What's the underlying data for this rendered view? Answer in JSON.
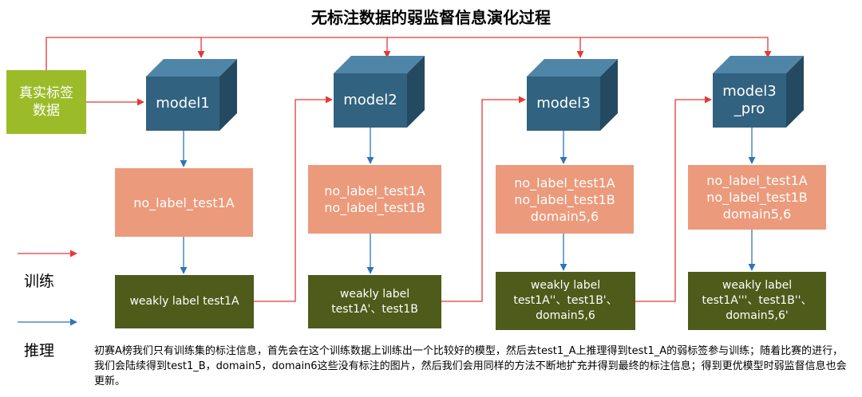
{
  "title": "无标注数据的弱监督信息演化过程",
  "true_label": "真实标签\n数据",
  "models": [
    "model1",
    "model2",
    "model3",
    "model3\n_pro"
  ],
  "data_boxes": [
    "no_label_test1A",
    "no_label_test1A\nno_label_test1B",
    "no_label_test1A\nno_label_test1B\ndomain5,6",
    "no_label_test1A\nno_label_test1B\ndomain5,6"
  ],
  "weak_boxes": [
    "weakly label test1A",
    "weakly label\ntest1A'、test1B",
    "weakly label\ntest1A''、test1B'、\ndomain5,6",
    "weakly label\ntest1A'''、test1B''、\ndomain5,6'"
  ],
  "legend": {
    "train": "训练",
    "infer": "推理"
  },
  "colors": {
    "train_arrow": "#e53935",
    "infer_arrow": "#2e75b6",
    "cube_front": "#31627f",
    "cube_top": "#4f86a8",
    "cube_side": "#244a61"
  },
  "description": "初赛A榜我们只有训练集的标注信息，首先会在这个训练数据上训练出一个比较好的模型，然后去test1_A上推理得到test1_A的弱标签参与训练；随着比赛的进行，我们会陆续得到test1_B，domain5，domain6这些没有标注的图片，然后我们会用同样的方法不断地扩充并得到最终的标注信息；得到更优模型时弱监督信息也会更新。"
}
